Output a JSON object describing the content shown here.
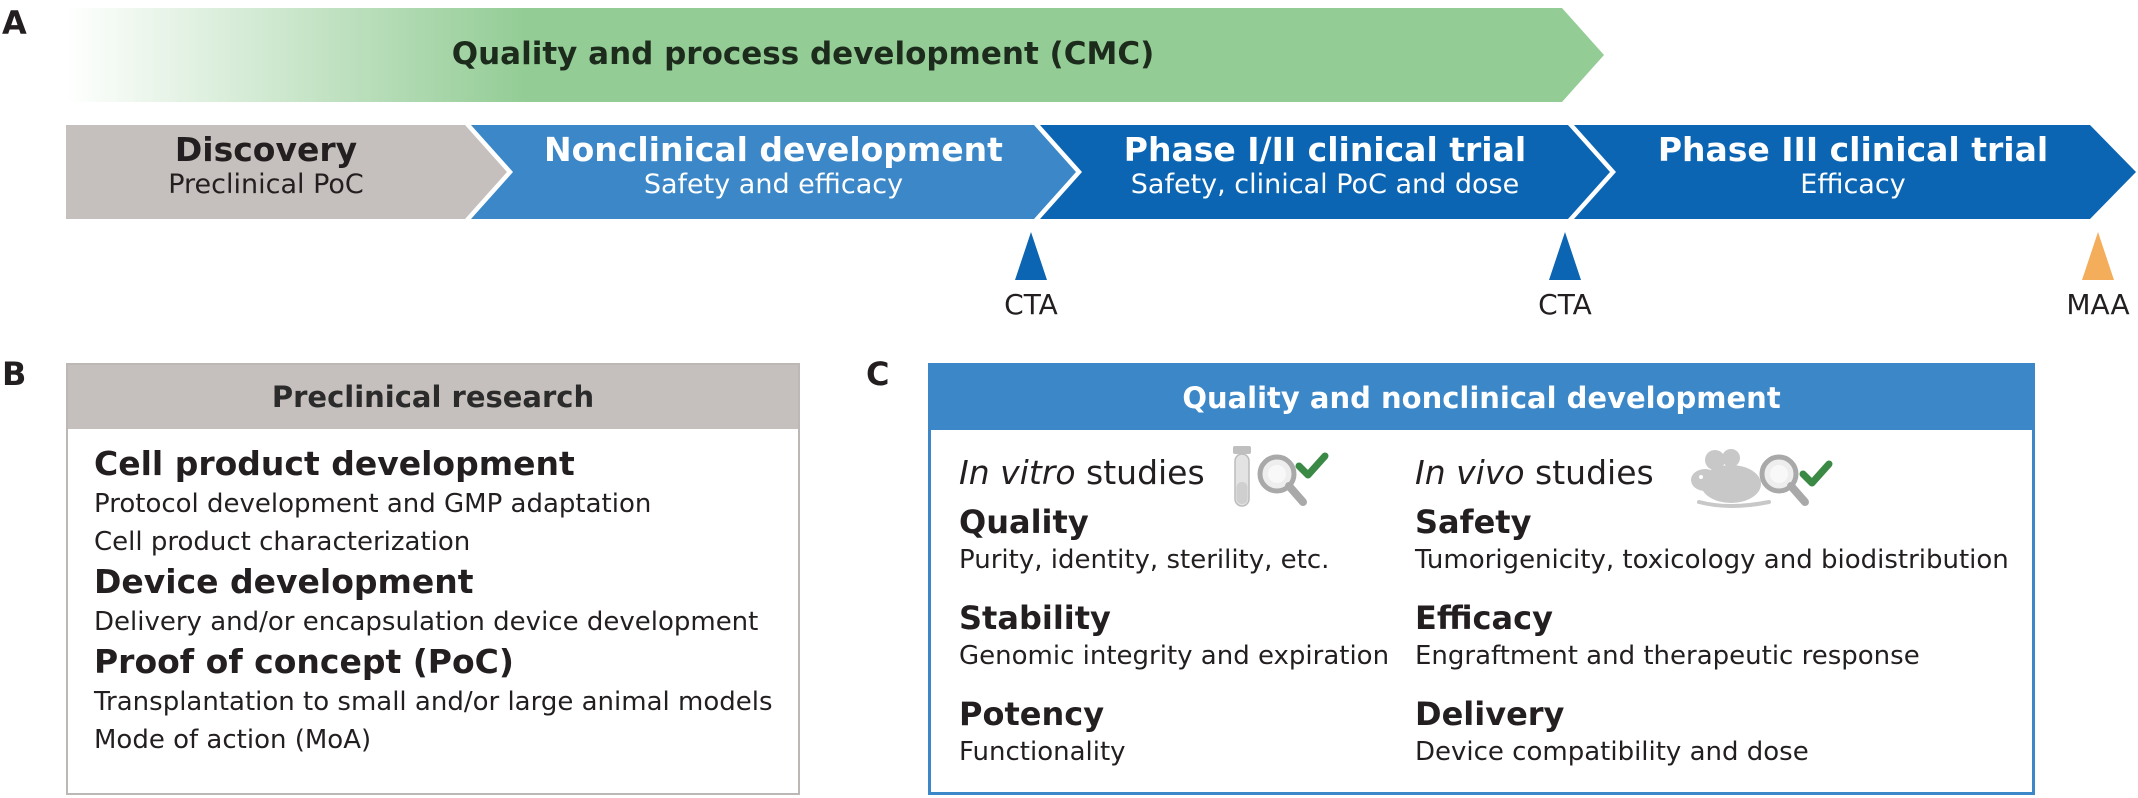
{
  "panel_letters": {
    "a": "A",
    "b": "B",
    "c": "C"
  },
  "cmc_banner": {
    "label": "Quality and process development (CMC)",
    "color": "#93cc95"
  },
  "phases": [
    {
      "title": "Discovery",
      "subtitle": "Preclinical PoC",
      "color": "#c5c0bd",
      "text_color": "#231f20"
    },
    {
      "title": "Nonclinical development",
      "subtitle": "Safety and efficacy",
      "color": "#3b87c8",
      "text_color": "#ffffff"
    },
    {
      "title": "Phase I/II clinical trial",
      "subtitle": "Safety, clinical PoC and dose",
      "color": "#0b65b3",
      "text_color": "#ffffff"
    },
    {
      "title": "Phase III clinical trial",
      "subtitle": "Efficacy",
      "color": "#0b65b3",
      "text_color": "#ffffff"
    }
  ],
  "markers": [
    {
      "label": "CTA",
      "color": "#0b65b3"
    },
    {
      "label": "CTA",
      "color": "#0b65b3"
    },
    {
      "label": "MAA",
      "color": "#f4ad5a"
    }
  ],
  "preclinical": {
    "header": "Preclinical research",
    "sections": [
      {
        "heading": "Cell product development",
        "lines": [
          "Protocol development and GMP adaptation",
          "Cell product characterization"
        ]
      },
      {
        "heading": "Device development",
        "lines": [
          "Delivery and/or encapsulation device development"
        ]
      },
      {
        "heading": "Proof of concept (PoC)",
        "lines": [
          "Transplantation to small and/or large animal models",
          "Mode of action (MoA)"
        ]
      }
    ]
  },
  "quality_nonclinical": {
    "header": "Quality and nonclinical development",
    "in_vitro": {
      "heading_italic": "In vitro",
      "heading_rest": " studies",
      "items": [
        {
          "title": "Quality",
          "desc": "Purity, identity, sterility, etc."
        },
        {
          "title": "Stability",
          "desc": "Genomic integrity and expiration"
        },
        {
          "title": "Potency",
          "desc": "Functionality"
        }
      ]
    },
    "in_vivo": {
      "heading_italic": "In vivo",
      "heading_rest": " studies",
      "items": [
        {
          "title": "Safety",
          "desc": "Tumorigenicity, toxicology and biodistribution"
        },
        {
          "title": "Efficacy",
          "desc": "Engraftment and therapeutic response"
        },
        {
          "title": "Delivery",
          "desc": "Device compatibility and dose"
        }
      ]
    }
  },
  "icons": {
    "in_vitro": [
      "test-tube-icon",
      "magnifier-icon",
      "checkmark-icon"
    ],
    "in_vivo": [
      "mouse-icon",
      "magnifier-icon",
      "checkmark-icon"
    ],
    "check_color": "#3a8a45"
  }
}
